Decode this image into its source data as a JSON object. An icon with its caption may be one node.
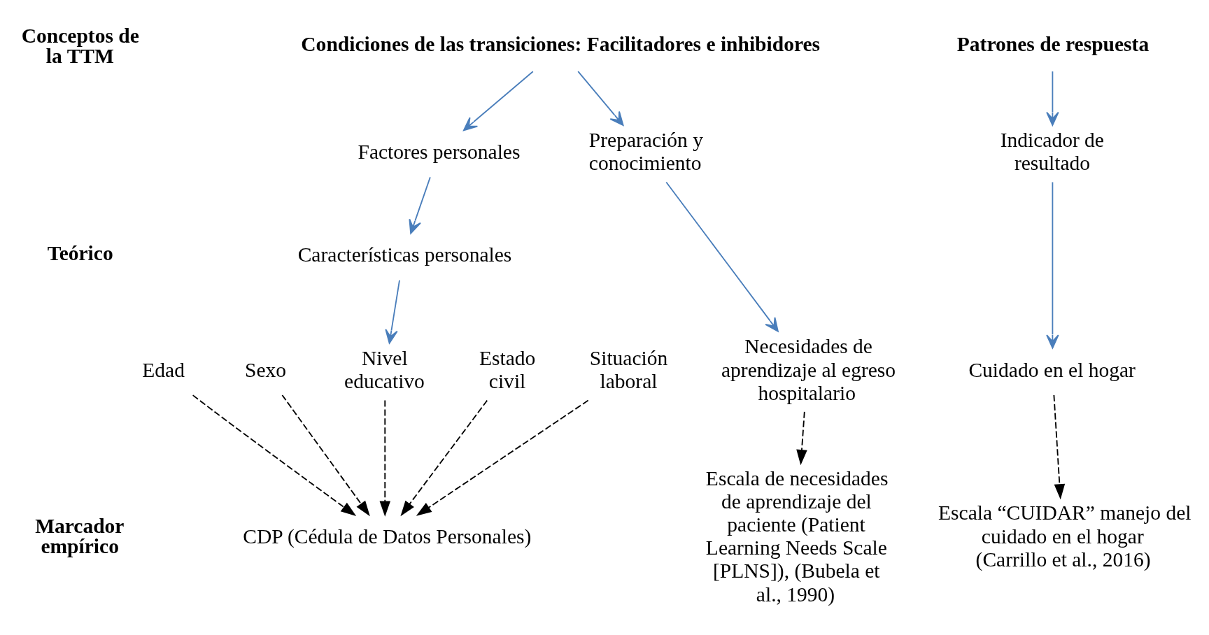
{
  "diagram": {
    "nodes": [
      {
        "text": [
          "Condiciones de las transiciones: Facilitadores e inhibidores"
        ]
      },
      {
        "text": [
          "Patrones de respuesta"
        ]
      },
      {
        "text": [
          "Factores personales"
        ]
      },
      {
        "text": [
          "Preparación y conocimiento"
        ]
      },
      {
        "text": [
          "Indicador de resultado"
        ]
      },
      {
        "text": [
          "Características personales"
        ]
      },
      {
        "text": [
          "Edad"
        ]
      },
      {
        "text": [
          "Sexo"
        ]
      },
      {
        "text": [
          "Nivel educativo"
        ]
      },
      {
        "text": [
          "Estado civil"
        ]
      },
      {
        "text": [
          "Situación laboral"
        ]
      },
      {
        "text": [
          "Necesidades de aprendizaje al egreso hospitalario"
        ]
      },
      {
        "text": [
          "Cuidado en el hogar"
        ]
      },
      {
        "text": [
          "CDP (Cédula de Datos Personales)"
        ]
      },
      {
        "text": [
          "Escala de necesidades de aprendizaje del paciente (Patient Learning Needs Scale [PLNS]), (Bubela et al., 1990)"
        ]
      },
      {
        "text": [
          "Escala “CUIDAR” manejo del cuidado en el hogar (Carrillo et al., 2016)"
        ]
      }
    ],
    "edges": [
      {
        "from": 0,
        "to": 2,
        "arrow": "to",
        "color": "#4a7ebb"
      },
      {
        "from": 0,
        "to": 3,
        "arrow": "to",
        "color": "#4a7ebb"
      },
      {
        "from": 1,
        "to": 4,
        "arrow": "to",
        "color": "#4a7ebb"
      },
      {
        "from": 2,
        "to": 5,
        "arrow": "to",
        "color": "#4a7ebb"
      },
      {
        "from": 5,
        "to": 8,
        "arrow": "to",
        "color": "#4a7ebb"
      },
      {
        "from": 3,
        "to": 11,
        "arrow": "to",
        "color": "#4a7ebb"
      },
      {
        "from": 4,
        "to": 12,
        "arrow": "to",
        "color": "#4a7ebb"
      },
      {
        "from": 6,
        "to": 13,
        "arrow": "to",
        "style": "dashed",
        "color": "#000000"
      },
      {
        "from": 7,
        "to": 13,
        "arrow": "to",
        "style": "dashed",
        "color": "#000000"
      },
      {
        "from": 8,
        "to": 13,
        "arrow": "to",
        "style": "dashed",
        "color": "#000000"
      },
      {
        "from": 9,
        "to": 13,
        "arrow": "to",
        "style": "dashed",
        "color": "#000000"
      },
      {
        "from": 10,
        "to": 13,
        "arrow": "to",
        "style": "dashed",
        "color": "#000000"
      },
      {
        "from": 11,
        "to": 14,
        "arrow": "to",
        "style": "dashed",
        "color": "#000000"
      },
      {
        "from": 12,
        "to": 15,
        "arrow": "to",
        "style": "dashed",
        "color": "#000000"
      }
    ],
    "labels": [
      "Conceptos de la TTM",
      "Teórico",
      "Marcador empírico"
    ]
  }
}
